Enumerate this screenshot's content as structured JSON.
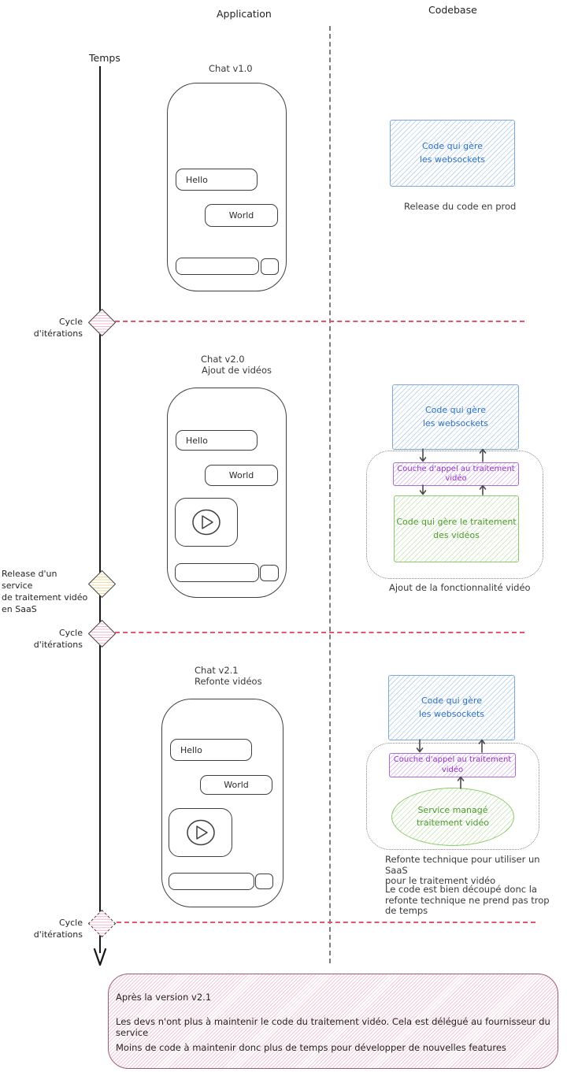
{
  "header": {
    "application": "Application",
    "codebase": "Codebase"
  },
  "timeline": {
    "label": "Temps",
    "milestones": [
      {
        "label": "Cycle d'itérations",
        "color": "pink"
      },
      {
        "label": "Release d'un service\nde traitement vidéo\nen SaaS",
        "color": "yellow"
      },
      {
        "label": "Cycle d'itérations",
        "color": "pink"
      },
      {
        "label": "Cycle d'itérations",
        "color": "pink"
      }
    ]
  },
  "phones": [
    {
      "title": "Chat v1.0",
      "subtitle": "",
      "msg_left": "Hello",
      "msg_right": "World",
      "has_video": false
    },
    {
      "title": "Chat v2.0",
      "subtitle": "Ajout de vidéos",
      "msg_left": "Hello",
      "msg_right": "World",
      "has_video": true
    },
    {
      "title": "Chat v2.1",
      "subtitle": "Refonte vidéos",
      "msg_left": "Hello",
      "msg_right": "World",
      "has_video": true
    }
  ],
  "codebase": {
    "v1": {
      "websockets": "Code qui gère\nles websockets",
      "caption": "Release du code en prod"
    },
    "v2": {
      "websockets": "Code qui gère\nles websockets",
      "adapter": "Couche d'appel au traitement\nvidéo",
      "video_code": "Code qui gère le traitement\ndes vidéos",
      "caption": "Ajout de la fonctionnalité vidéo"
    },
    "v21": {
      "websockets": "Code qui gère\nles websockets",
      "adapter": "Couche d'appel au traitement\nvidéo",
      "managed_service": "Service managé\ntraitement vidéo",
      "caption": "Refonte technique pour utiliser un SaaS\npour le traitement vidéo",
      "caption2": "Le code est bien découpé donc la\nrefonte technique ne prend pas trop\nde temps"
    }
  },
  "footer": {
    "line1": "Après la version v2.1",
    "line2": "Les devs n'ont plus à maintenir le code du traitement vidéo. Cela est délégué au fournisseur du service",
    "line3": "Moins de code à maintenir donc plus de temps pour développer de nouvelles features"
  },
  "colors": {
    "blue_border": "#7aa8db",
    "blue_text": "#2e71c4",
    "purple_border": "#a96cd6",
    "purple_text": "#9633c6",
    "green_border": "#8cc96c",
    "green_text": "#4f9a2d",
    "red_dashed_line": "#e0556f",
    "ink": "#2f2f2f"
  }
}
